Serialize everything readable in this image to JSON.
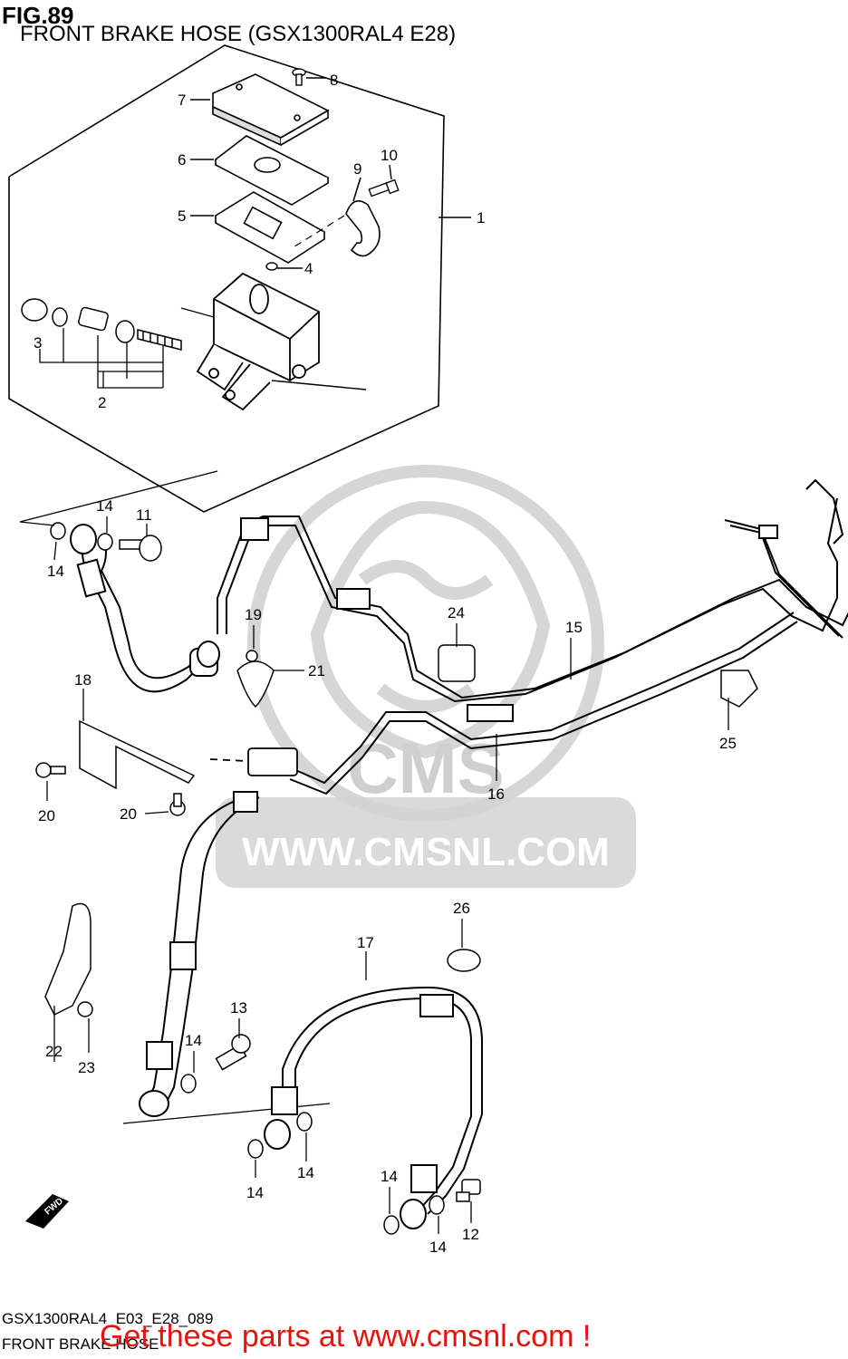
{
  "header": {
    "fig_no": "FIG.89",
    "title": "FRONT BRAKE HOSE (GSX1300RAL4 E28)"
  },
  "footer": {
    "code": "GSX1300RAL4_E03_E28_089",
    "name": "FRONT BRAKE HOSE",
    "promo": "Get these parts at www.cmsnl.com !"
  },
  "watermark": {
    "text": "WWW.CMSNL.COM",
    "logo_text": "CMS"
  },
  "direction_badge": "FWD",
  "callouts": {
    "c1": "1",
    "c2": "2",
    "c3": "3",
    "c4": "4",
    "c5": "5",
    "c6": "6",
    "c7": "7",
    "c8": "8",
    "c9": "9",
    "c10": "10",
    "c11": "11",
    "c12": "12",
    "c13": "13",
    "c14a": "14",
    "c14b": "14",
    "c14c": "14",
    "c14d": "14",
    "c14e": "14",
    "c14f": "14",
    "c14g": "14",
    "c15": "15",
    "c16": "16",
    "c17": "17",
    "c18": "18",
    "c19": "19",
    "c20a": "20",
    "c20b": "20",
    "c21": "21",
    "c22": "22",
    "c23": "23",
    "c24": "24",
    "c25": "25",
    "c26": "26"
  },
  "colors": {
    "line": "#000000",
    "watermark": "#c8c8c8",
    "promo": "#e8120c"
  }
}
